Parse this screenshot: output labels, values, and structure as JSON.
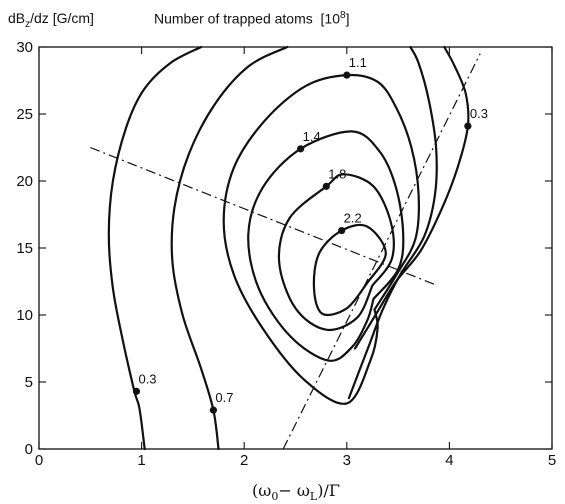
{
  "chart_data": {
    "type": "line",
    "title": "Number of trapped atoms",
    "title_unit": "[10",
    "title_unit_exp": "8",
    "title_unit_close": "]",
    "ylabel_main": "dB",
    "ylabel_sub": "z",
    "ylabel_rest": "/dz [G/cm]",
    "xlabel_open": "(ω",
    "xlabel_sub0": "0",
    "xlabel_mid": "− ω",
    "xlabel_subL": "L",
    "xlabel_close": ")/Γ",
    "xlim": [
      0,
      5
    ],
    "ylim": [
      0,
      30
    ],
    "x_ticks": [
      "0",
      "1",
      "2",
      "3",
      "4",
      "5"
    ],
    "y_ticks": [
      "0",
      "5",
      "10",
      "15",
      "20",
      "25",
      "30"
    ],
    "contours": [
      {
        "label": "0.3",
        "label_at": [
          0.95,
          4.3
        ],
        "points": [
          [
            1.03,
            0
          ],
          [
            0.98,
            3
          ],
          [
            0.93,
            4.3
          ],
          [
            0.82,
            8
          ],
          [
            0.72,
            12
          ],
          [
            0.68,
            16
          ],
          [
            0.72,
            20
          ],
          [
            0.85,
            24
          ],
          [
            1.02,
            26.8
          ],
          [
            1.28,
            28.8
          ],
          [
            1.58,
            30
          ]
        ]
      },
      {
        "label": "0.3",
        "label_at": [
          4.18,
          24.1
        ],
        "points": [
          [
            3.08,
            7.5
          ],
          [
            3.28,
            10
          ],
          [
            3.48,
            12.5
          ],
          [
            3.72,
            14.8
          ],
          [
            3.93,
            18
          ],
          [
            4.08,
            21
          ],
          [
            4.18,
            24.1
          ],
          [
            4.16,
            26.5
          ],
          [
            4.05,
            28.6
          ],
          [
            3.95,
            30
          ]
        ]
      },
      {
        "label": "0.7",
        "label_at": [
          1.7,
          2.9
        ],
        "points": [
          [
            1.75,
            0
          ],
          [
            1.7,
            2.9
          ],
          [
            1.58,
            6
          ],
          [
            1.4,
            10
          ],
          [
            1.3,
            14
          ],
          [
            1.32,
            18
          ],
          [
            1.46,
            22
          ],
          [
            1.72,
            25.8
          ],
          [
            2.05,
            28.6
          ],
          [
            2.42,
            30
          ]
        ]
      },
      {
        "label": "0.7",
        "label_at": null,
        "points": [
          [
            3.02,
            3.8
          ],
          [
            3.22,
            7.8
          ],
          [
            3.35,
            10.4
          ],
          [
            3.52,
            13
          ],
          [
            3.75,
            15.8
          ],
          [
            3.86,
            19
          ],
          [
            3.87,
            22.5
          ],
          [
            3.8,
            26
          ],
          [
            3.7,
            28.8
          ],
          [
            3.62,
            30
          ]
        ]
      },
      {
        "label": "1.1",
        "label_at": [
          3.0,
          27.9
        ],
        "points": [
          [
            3.27,
            10.4
          ],
          [
            3.5,
            13.2
          ],
          [
            3.67,
            15.7
          ],
          [
            3.7,
            19
          ],
          [
            3.63,
            22.5
          ],
          [
            3.48,
            25.5
          ],
          [
            3.3,
            27.4
          ],
          [
            3.0,
            27.9
          ],
          [
            2.6,
            27.1
          ],
          [
            2.2,
            24.5
          ],
          [
            1.9,
            21
          ],
          [
            1.8,
            17
          ],
          [
            1.9,
            13
          ],
          [
            2.18,
            9
          ],
          [
            2.58,
            5.2
          ],
          [
            3.0,
            3.4
          ],
          [
            3.23,
            6.6
          ],
          [
            3.3,
            9
          ],
          [
            3.27,
            10.4
          ]
        ]
      },
      {
        "label": "1.4",
        "label_at": [
          2.55,
          22.4
        ],
        "points": [
          [
            3.26,
            11.2
          ],
          [
            3.5,
            13.4
          ],
          [
            3.55,
            16
          ],
          [
            3.48,
            19.5
          ],
          [
            3.32,
            22.2
          ],
          [
            3.05,
            23.7
          ],
          [
            2.55,
            22.4
          ],
          [
            2.18,
            19.5
          ],
          [
            2.04,
            16
          ],
          [
            2.14,
            12
          ],
          [
            2.45,
            8.4
          ],
          [
            2.82,
            6.6
          ],
          [
            3.05,
            7.6
          ],
          [
            3.2,
            9.6
          ],
          [
            3.26,
            11.2
          ]
        ]
      },
      {
        "label": "1.8",
        "label_at": [
          2.8,
          19.6
        ],
        "points": [
          [
            3.25,
            12.2
          ],
          [
            3.44,
            14.2
          ],
          [
            3.43,
            16.9
          ],
          [
            3.26,
            19.6
          ],
          [
            2.97,
            20.5
          ],
          [
            2.8,
            19.6
          ],
          [
            2.44,
            17.2
          ],
          [
            2.34,
            14
          ],
          [
            2.5,
            10.5
          ],
          [
            2.8,
            8.9
          ],
          [
            3.1,
            9.8
          ],
          [
            3.25,
            12.2
          ]
        ]
      },
      {
        "label": "2.2",
        "label_at": [
          2.95,
          16.3
        ],
        "points": [
          [
            3.2,
            12.4
          ],
          [
            3.38,
            14.6
          ],
          [
            3.2,
            16.6
          ],
          [
            2.95,
            16.3
          ],
          [
            2.73,
            14.6
          ],
          [
            2.68,
            12
          ],
          [
            2.76,
            10.1
          ],
          [
            3.0,
            10.5
          ],
          [
            3.2,
            12.4
          ]
        ]
      }
    ],
    "dashdot_lines": [
      {
        "points": [
          [
            0.5,
            22.5
          ],
          [
            3.85,
            12.3
          ]
        ]
      },
      {
        "points": [
          [
            2.38,
            0
          ],
          [
            4.3,
            29.5
          ]
        ]
      }
    ]
  }
}
